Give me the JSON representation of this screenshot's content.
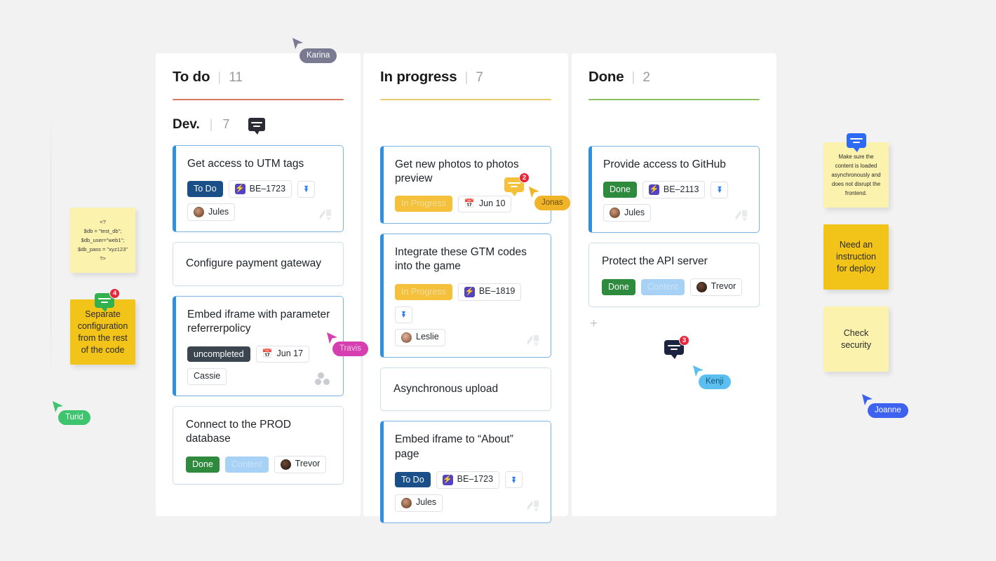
{
  "board": {
    "columns": [
      {
        "id": "todo",
        "title": "To do",
        "count": "11",
        "rule_color": "#d4785e",
        "group": {
          "title": "Dev.",
          "count": "7",
          "comment_icon": "comment-icon"
        },
        "cards": [
          {
            "title": "Get access to UTM tags",
            "selected": true,
            "status": {
              "label": "To Do",
              "kind": "status-todo"
            },
            "ticket": {
              "label": "BE–1723",
              "icon": "jira-bolt-icon"
            },
            "chevron": "chevrons-down-icon",
            "assignee": {
              "name": "Jules",
              "avatar": "avatar"
            },
            "corner": "logo"
          },
          {
            "title": "Configure payment gateway",
            "selected": false
          },
          {
            "title": "Embed iframe with parameter referrerpolicy",
            "selected": true,
            "status": {
              "label": "uncompleted",
              "kind": "status-uncomp"
            },
            "date": {
              "label": "Jun 17",
              "icon": "calendar-icon"
            },
            "assignee": {
              "name": "Cassie",
              "avatar": null
            },
            "corner": "dots"
          },
          {
            "title": "Connect to the PROD database",
            "selected": false,
            "status": {
              "label": "Done",
              "kind": "status-done"
            },
            "tag2": {
              "label": "Content",
              "kind": "content"
            },
            "assignee": {
              "name": "Trevor",
              "avatar": "avatar-dark"
            }
          }
        ]
      },
      {
        "id": "progress",
        "title": "In progress",
        "count": "7",
        "rule_color": "#e8cb6a",
        "cards": [
          {
            "title": "Get new photos to photos preview",
            "selected": true,
            "status": {
              "label": "In Progress",
              "kind": "status-progress"
            },
            "date": {
              "label": "Jun 10",
              "icon": "calendar-icon"
            }
          },
          {
            "title": "Integrate these GTM codes into the game",
            "selected": true,
            "status": {
              "label": "In Progress",
              "kind": "status-progress"
            },
            "ticket": {
              "label": "BE–1819",
              "icon": "jira-bolt-icon"
            },
            "chevron": "chevrons-down-icon",
            "assignee": {
              "name": "Leslie",
              "avatar": "avatar-light"
            },
            "corner": "logo"
          },
          {
            "title": "Asynchronous upload",
            "selected": false
          },
          {
            "title": "Embed iframe to “About” page",
            "selected": true,
            "status": {
              "label": "To Do",
              "kind": "status-todo"
            },
            "ticket": {
              "label": "BE–1723",
              "icon": "jira-bolt-icon"
            },
            "chevron": "chevrons-down-icon",
            "assignee": {
              "name": "Jules",
              "avatar": "avatar"
            },
            "corner": "logo"
          }
        ]
      },
      {
        "id": "done",
        "title": "Done",
        "count": "2",
        "rule_color": "#8cc163",
        "cards": [
          {
            "title": "Provide access to GitHub",
            "selected": true,
            "status": {
              "label": "Done",
              "kind": "status-done"
            },
            "ticket": {
              "label": "BE–2113",
              "icon": "jira-bolt-icon"
            },
            "chevron": "chevrons-down-icon",
            "assignee": {
              "name": "Jules",
              "avatar": "avatar"
            },
            "corner": "logo"
          },
          {
            "title": "Protect the API server",
            "selected": false,
            "status": {
              "label": "Done",
              "kind": "status-done"
            },
            "tag2": {
              "label": "Content",
              "kind": "content"
            },
            "assignee": {
              "name": "Trevor",
              "avatar": "avatar-dark"
            }
          }
        ],
        "add_card_label": "+"
      }
    ]
  },
  "notes": [
    {
      "id": "note-code",
      "lines": [
        "<?",
        "$db = \"test_db\";",
        "$db_user=\"web1\";",
        "$db_pass = \"xyz123\"",
        "?>"
      ],
      "color": "#fbf2ae"
    },
    {
      "id": "note-sep",
      "lines": [
        "Separate",
        "configuration",
        "from the rest",
        "of the code"
      ],
      "color": "#f2c318",
      "bubble": {
        "count": "4",
        "color": "#33b14c"
      }
    },
    {
      "id": "note-async",
      "lines": [
        "Make sure the",
        "content is loaded",
        "asynchronously and",
        "does not disrupt the",
        "frontend."
      ],
      "color": "#fbf2ae",
      "bubble": {
        "count": "",
        "color": "#2d6bf5"
      }
    },
    {
      "id": "note-deploy",
      "lines": [
        "Need an",
        "instruction",
        "for deploy"
      ],
      "color": "#f2c318"
    },
    {
      "id": "note-sec",
      "lines": [
        "Check",
        "security"
      ],
      "color": "#fbf2ae"
    }
  ],
  "bubbles": {
    "photos": {
      "count": "2",
      "color": "#f5c13a"
    },
    "kenji": {
      "count": "3",
      "color": "#1c2340"
    }
  },
  "cursors": [
    {
      "id": "karina",
      "name": "Karina",
      "color": "#7b7a93"
    },
    {
      "id": "turid",
      "name": "Turid",
      "color": "#3ec46d"
    },
    {
      "id": "travis",
      "name": "Travis",
      "color": "#d63fb0"
    },
    {
      "id": "jonas",
      "name": "Jonas",
      "color": "#f0b429"
    },
    {
      "id": "kenji",
      "name": "Kenji",
      "color": "#5bc0f0"
    },
    {
      "id": "joanne",
      "name": "Joanne",
      "color": "#3d62f0"
    }
  ]
}
